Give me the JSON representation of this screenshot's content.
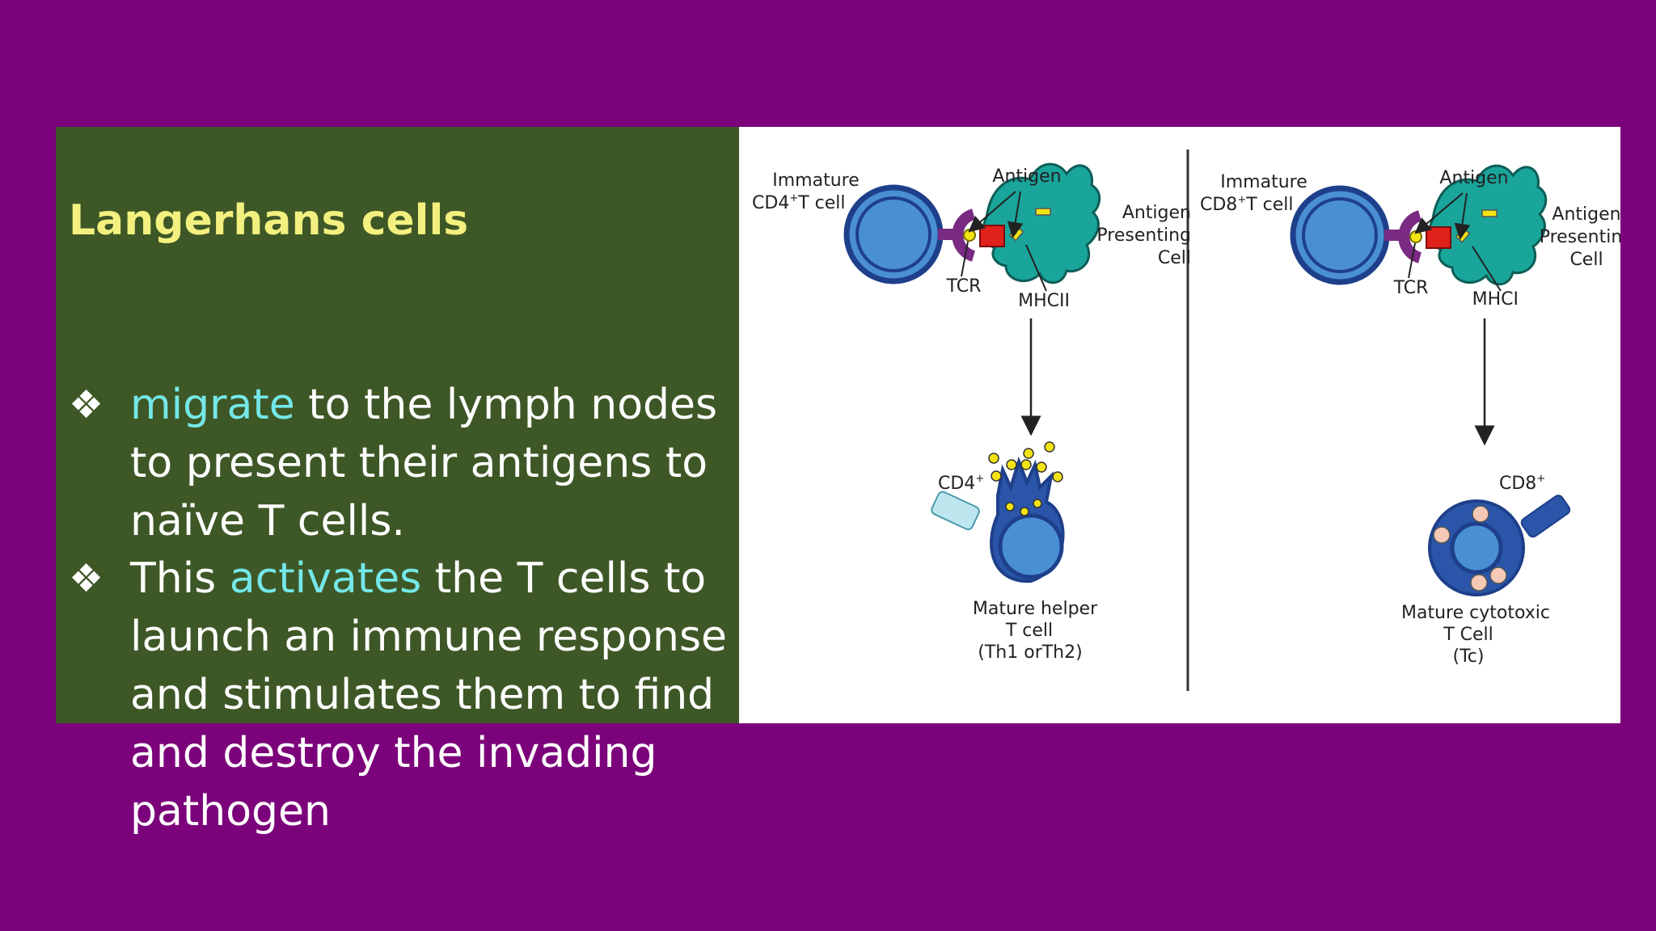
{
  "slide": {
    "heading": "Langerhans cells",
    "bullets": [
      {
        "mark": "❖",
        "highlight": "migrate",
        "text": " to the lymph nodes to present their antigens to naïve T cells."
      },
      {
        "mark": "❖",
        "pre": "This ",
        "highlight": "activates",
        "text": " the T cells to launch an immune response and stimulates them to find and destroy the invading pathogen"
      }
    ]
  },
  "diagram": {
    "left": {
      "immature_line1": "Immature",
      "immature_line2": "CD4",
      "immature_sup": "+",
      "immature_line3": "T cell",
      "antigen": "Antigen",
      "apc_line1": "Antigen",
      "apc_line2": "Presenting",
      "apc_line3": "Cell",
      "tcr": "TCR",
      "mhc": "MHCII",
      "marker": "CD4",
      "marker_sup": "+",
      "mature_line1": "Mature helper",
      "mature_line2": "T cell",
      "mature_line3": "(Th1 orTh2)"
    },
    "right": {
      "immature_line1": "Immature",
      "immature_line2": "CD8",
      "immature_sup": "+",
      "immature_line3": "T cell",
      "antigen": "Antigen",
      "apc_line1": "Antigen",
      "apc_line2": "Presenting",
      "apc_line3": "Cell",
      "tcr": "TCR",
      "mhc": "MHCI",
      "marker": "CD8",
      "marker_sup": "+",
      "mature_line1": "Mature cytotoxic",
      "mature_line2": "T Cell",
      "mature_line3": "(Tc)"
    }
  },
  "colors": {
    "background": "#7b027b",
    "text_panel": "#3e5726",
    "heading": "#f3f07f",
    "highlight": "#74e8e8",
    "tcell_blue": "#4a8fd4",
    "tcell_ring": "#1e3f8a",
    "apc_teal": "#1aa59b",
    "mhc_red": "#e0201b",
    "tcr_purple": "#7a2a82",
    "antigen_yellow": "#f4e313"
  }
}
